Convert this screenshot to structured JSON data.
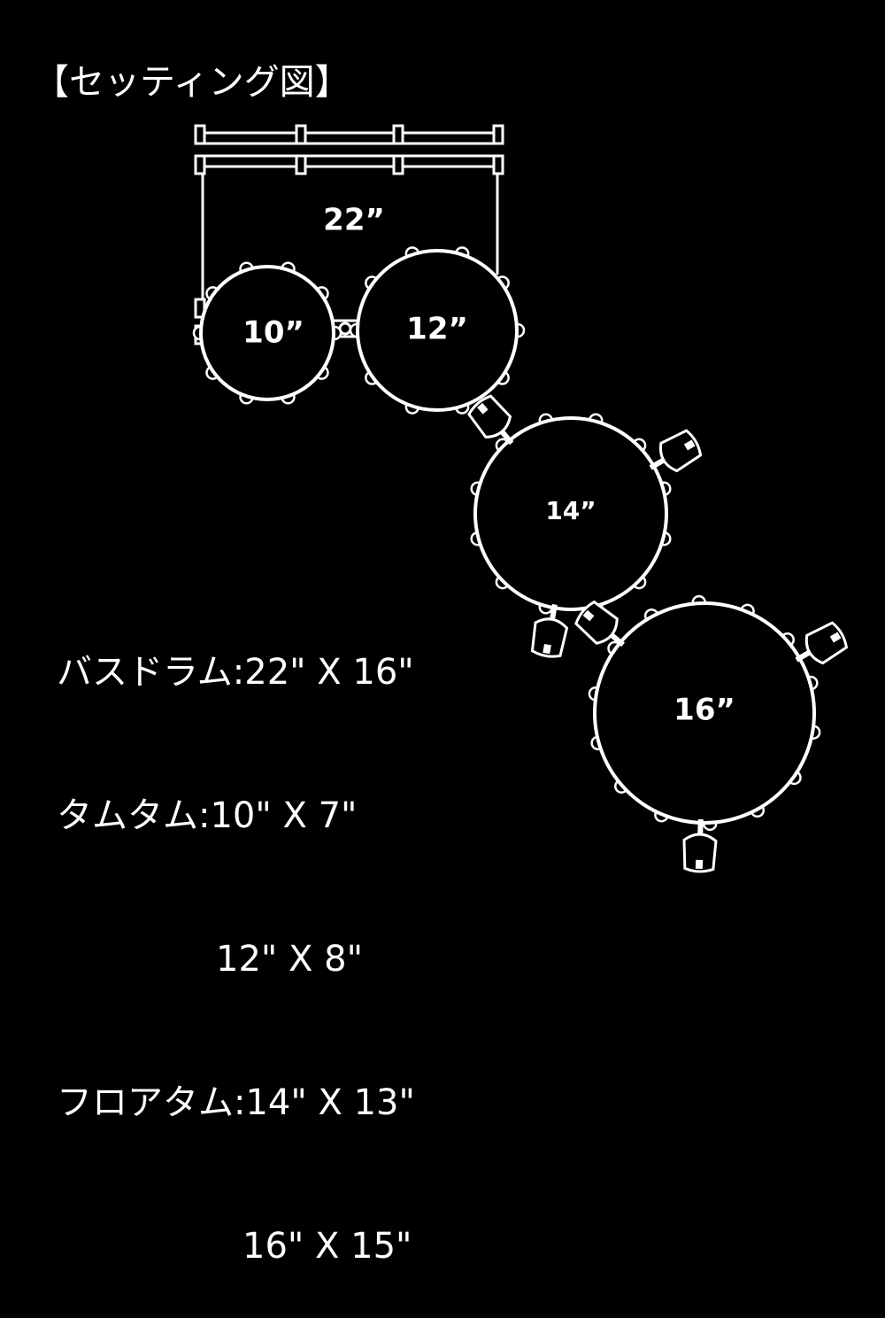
{
  "title": "【セッティング図】",
  "colors": {
    "background": "#000000",
    "line": "#ffffff"
  },
  "drums": {
    "bass": {
      "label": "22”"
    },
    "tom1": {
      "label": "10”"
    },
    "tom2": {
      "label": "12”"
    },
    "floor1": {
      "label": "14”"
    },
    "floor2": {
      "label": "16”"
    }
  },
  "specs": [
    "バスドラム:22\" X 16\"",
    "タムタム:10\" X 7\"",
    "12\" X 8\"",
    "フロアタム:14\" X 13\"",
    "16\" X 15\""
  ]
}
